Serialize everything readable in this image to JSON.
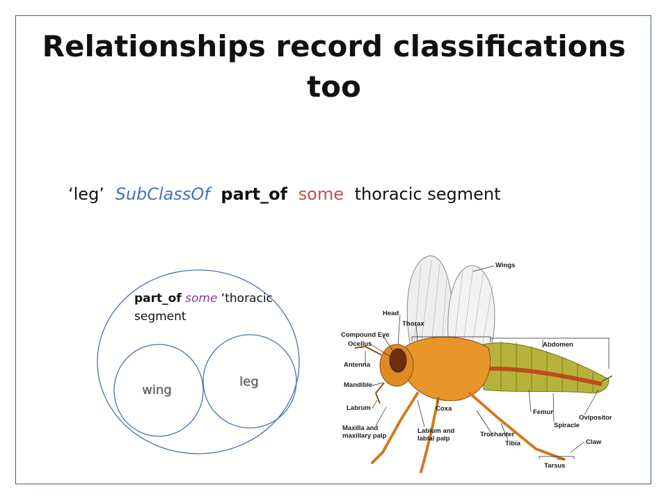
{
  "slide": {
    "title": "Relationships record classifications too",
    "axiom": {
      "subject": "‘leg’",
      "keyword": "SubClassOf",
      "relation": "part_of",
      "quantifier": "some",
      "object": "thoracic segment"
    },
    "venn": {
      "outer_label_relation": "part_of",
      "outer_label_quantifier": "some",
      "outer_label_rest_1": "‘thoracic",
      "outer_label_rest_2": "segment",
      "inner_left": "wing",
      "inner_right": "leg"
    },
    "insect_labels": {
      "wings": "Wings",
      "head": "Head",
      "thorax": "Thorax",
      "compound_eye": "Compound Eye",
      "ocellus": "Ocellus",
      "antenna": "Antenna",
      "mandible": "Mandible",
      "labrum": "Labrum",
      "maxilla_1": "Maxilla and",
      "maxilla_2": "maxillary palp",
      "coxa": "Coxa",
      "labium_1": "Labium and",
      "labium_2": "labial palp",
      "abdomen": "Abdomen",
      "femur": "Femur",
      "trochanter": "Trochanter",
      "spiracle": "Spiracle",
      "ovipositor": "Ovipositor",
      "tibia": "Tibia",
      "claw": "Claw",
      "tarsus": "Tarsus"
    }
  },
  "colors": {
    "frame": "#3d5c8c",
    "subclass": "#4472c4",
    "some": "#c0504d",
    "venn_some": "#7f3f98",
    "circle": "#4a6fb5"
  }
}
